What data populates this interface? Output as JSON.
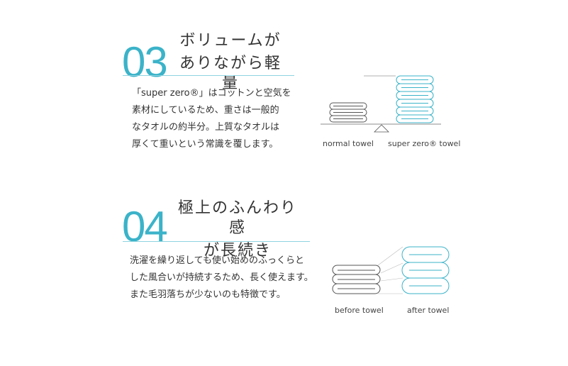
{
  "section03": {
    "number": "03",
    "title_lines": [
      "ボリュームが",
      "ありながら軽量"
    ],
    "body_lines": [
      "「super zero®」はコットンと空気を",
      "素材にしているため、重さは一般的",
      "なタオルの約半分。上質なタオルは",
      "厚くて重いという常識を覆します。"
    ],
    "labels": [
      "normal towel",
      "super zero® towel"
    ]
  },
  "section04": {
    "number": "04",
    "title_lines": [
      "極上のふんわり感",
      "が長続き"
    ],
    "body_lines": [
      "洗濯を繰り返しても使い始めのふっくらと",
      "した風合いが持続するため、長く使えます。",
      "また毛羽落ちが少ないのも特徴です。"
    ],
    "labels": [
      "before towel",
      "after towel"
    ]
  },
  "colors": {
    "accent": "#3bb3c9",
    "line": "#8fd3e0",
    "towel_gray": "#555555"
  }
}
